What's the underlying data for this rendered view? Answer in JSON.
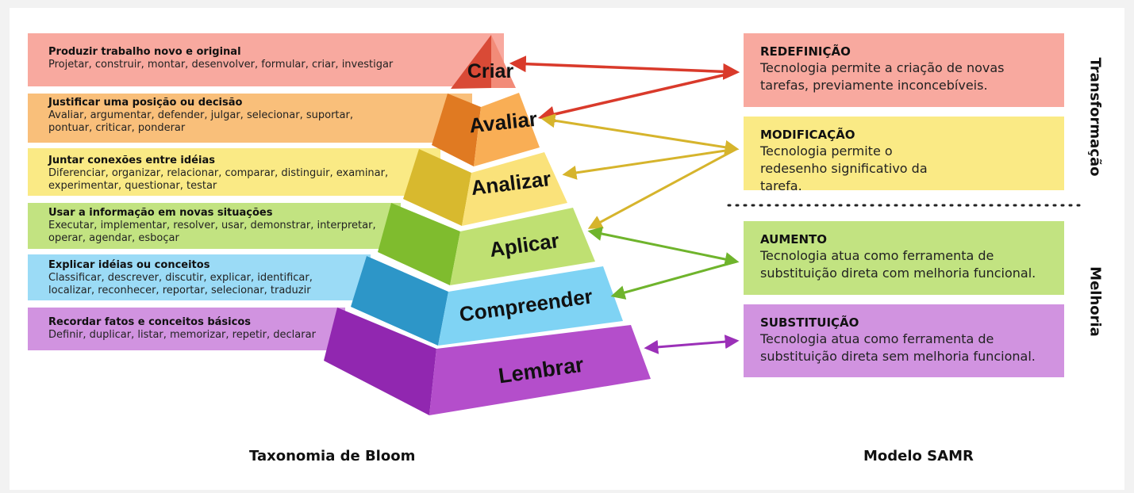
{
  "bloom_bands": [
    {
      "title": "Produzir trabalho novo e original",
      "desc": "Projetar, construir, montar, desenvolver, formular, criar, investigar",
      "color": "#f8a99f"
    },
    {
      "title": "Justificar uma posição ou decisão",
      "desc": "Avaliar, argumentar, defender, julgar, selecionar, suportar, pontuar, criticar, ponderar",
      "color": "#f9bf7a"
    },
    {
      "title": "Juntar conexões entre idéias",
      "desc": "Diferenciar, organizar, relacionar, comparar, distinguir, examinar, experimentar, questionar, testar",
      "color": "#faea85"
    },
    {
      "title": "Usar a informação em novas situações",
      "desc": "Executar, implementar, resolver, usar, demonstrar, interpretar, operar, agendar, esboçar",
      "color": "#c2e381"
    },
    {
      "title": "Explicar idéias ou conceitos",
      "desc": "Classificar, descrever, discutir, explicar, identificar, localizar, reconhecer, reportar, selecionar, traduzir",
      "color": "#9bdbf6"
    },
    {
      "title": "Recordar fatos e conceitos básicos",
      "desc": "Definir, duplicar, listar, memorizar, repetir, declarar",
      "color": "#d193e0"
    }
  ],
  "pyramid_levels": [
    {
      "label": "Criar",
      "light": "#f28b78",
      "dark": "#d94a36"
    },
    {
      "label": "Avaliar",
      "light": "#f9ae55",
      "dark": "#e07a22"
    },
    {
      "label": "Analizar",
      "light": "#fae27a",
      "dark": "#d8b92e"
    },
    {
      "label": "Aplicar",
      "light": "#bfe072",
      "dark": "#7fbc2e"
    },
    {
      "label": "Compreender",
      "light": "#7fd3f4",
      "dark": "#2d96c8"
    },
    {
      "label": "Lembrar",
      "light": "#c060d8",
      "dark": "#9127b0"
    }
  ],
  "samr_boxes": [
    {
      "title": "REDEFINIÇÃO",
      "desc": "Tecnologia permite a criação de novas tarefas, previamente inconcebíveis.",
      "color": "#f8a99f"
    },
    {
      "title": "MODIFICAÇÃO",
      "desc": "Tecnologia permite o redesenho significativo da tarefa.",
      "color": "#faea85"
    },
    {
      "title": "AUMENTO",
      "desc": "Tecnologia atua como ferramenta de substituição direta com melhoria funcional.",
      "color": "#c2e381"
    },
    {
      "title": "SUBSTITUIÇÃO",
      "desc": "Tecnologia atua como ferramenta de substituição direta sem melhoria funcional.",
      "color": "#d193e0"
    }
  ],
  "group_labels": {
    "top": "Transformação",
    "bottom": "Melhoria"
  },
  "captions": {
    "left": "Taxonomia de Bloom",
    "right": "Modelo SAMR"
  },
  "arrow_colors": {
    "red": "#d93a2b",
    "yellow": "#d6b42c",
    "green": "#6fb42c",
    "purple": "#9b30b8"
  }
}
